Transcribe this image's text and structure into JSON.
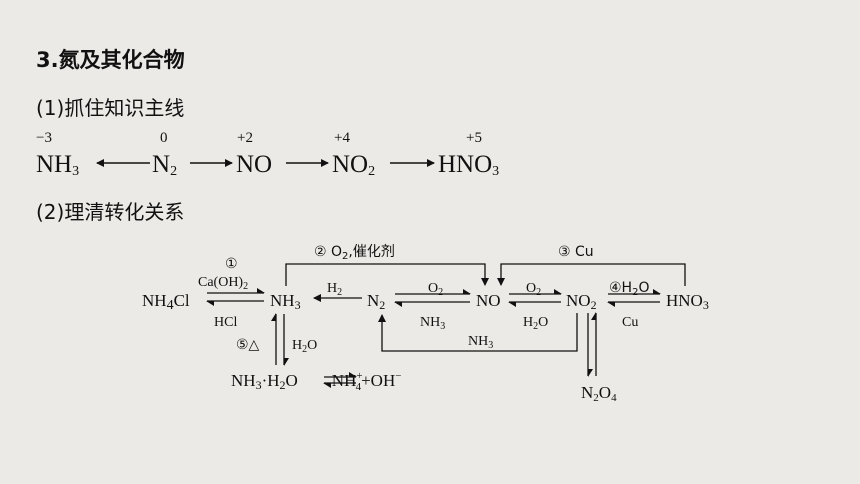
{
  "heading": "3.氮及其化合物",
  "section1": "(1)抓住知识主线",
  "section2": "(2)理清转化关系",
  "main_line": {
    "oxidation_states": [
      "−3",
      "0",
      "+2",
      "+4",
      "+5"
    ],
    "species": [
      "NH",
      "N",
      "NO",
      "NO",
      "HNO"
    ],
    "subscripts": [
      "3",
      "2",
      "2",
      "3"
    ]
  },
  "diagram": {
    "nh4cl": "NH",
    "nh4cl_sub": "4",
    "nh4cl_tail": "Cl",
    "nh3": "NH",
    "nh3_sub": "3",
    "n2": "N",
    "n2_sub": "2",
    "no": "NO",
    "no2": "NO",
    "no2_sub": "2",
    "hno3": "HNO",
    "hno3_sub": "3",
    "n2o4": "N",
    "n2o4_sub1": "2",
    "n2o4_mid": "O",
    "n2o4_sub2": "4",
    "circle1": "①",
    "caoh2": "Ca(OH)",
    "caoh2_sub": "2",
    "hcl": "HCl",
    "label2": "② O",
    "label2_sub": "2",
    "label2_tail": ",催化剂",
    "label3": "③ Cu",
    "h2": "H",
    "h2_sub": "2",
    "o2a": "O",
    "o2a_sub": "2",
    "nh3a": "NH",
    "nh3a_sub": "3",
    "o2b": "O",
    "o2b_sub": "2",
    "h2oa": "H",
    "h2oa_sub": "2",
    "h2oa_tail": "O",
    "label4": "④H",
    "label4_sub": "2",
    "label4_tail": "O",
    "cu": "Cu",
    "nh3b": "NH",
    "nh3b_sub": "3",
    "label5": "⑤△",
    "h2ob": "H",
    "h2ob_sub": "2",
    "h2ob_tail": "O",
    "eq_left": "NH",
    "eq_left_sub": "3",
    "eq_dot": "·H",
    "eq_h2o_sub": "2",
    "eq_o": "O",
    "eq_right": "NH",
    "eq_right_sub": "4",
    "eq_plus_sup": "+",
    "eq_oh": "+OH",
    "eq_minus_sup": "−"
  }
}
